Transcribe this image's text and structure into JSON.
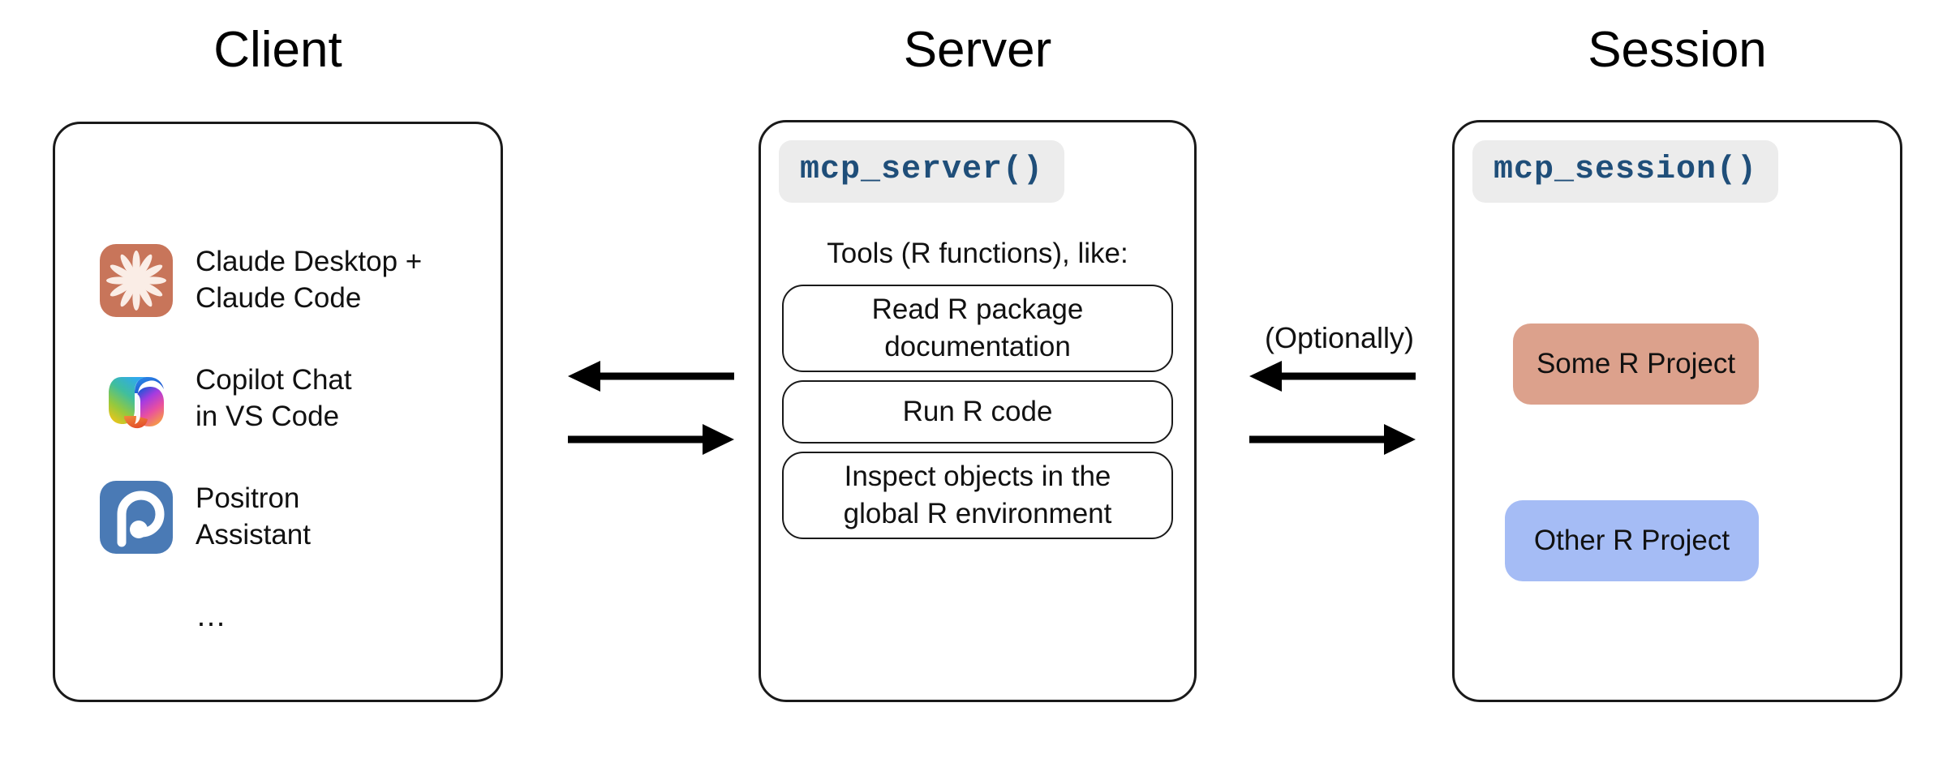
{
  "columns": {
    "client": {
      "title": "Client",
      "items": [
        {
          "icon": "claude-icon",
          "label": "Claude Desktop +\nClaude Code"
        },
        {
          "icon": "copilot-icon",
          "label": "Copilot Chat\nin VS Code"
        },
        {
          "icon": "positron-icon",
          "label": "Positron\nAssistant"
        }
      ],
      "more": "…"
    },
    "server": {
      "title": "Server",
      "code_pill": "mcp_server()",
      "tools_caption": "Tools (R functions), like:",
      "tools": [
        "Read R package\ndocumentation",
        "Run R code",
        "Inspect objects in the\nglobal R environment"
      ]
    },
    "session": {
      "title": "Session",
      "code_pill": "mcp_session()",
      "projects": [
        {
          "label": "Some R Project",
          "color": "#DCA18C"
        },
        {
          "label": "Other R Project",
          "color": "#A5BCF5"
        }
      ]
    }
  },
  "connectors": {
    "client_server": {
      "optional_label": ""
    },
    "server_session": {
      "optional_label": "(Optionally)"
    }
  },
  "colors": {
    "panel_border": "#1a1a1a",
    "code_pill_bg": "#ececec",
    "code_pill_text": "#1f4e79",
    "claude_icon_bg": "#C8755A",
    "claude_icon_fg": "#FAEDE6",
    "positron_icon_bg": "#4A7AB5",
    "positron_icon_fg": "#ffffff",
    "project_some": "#DCA18C",
    "project_other": "#A5BCF5",
    "arrow": "#000000",
    "text": "#111111",
    "background": "#ffffff"
  }
}
